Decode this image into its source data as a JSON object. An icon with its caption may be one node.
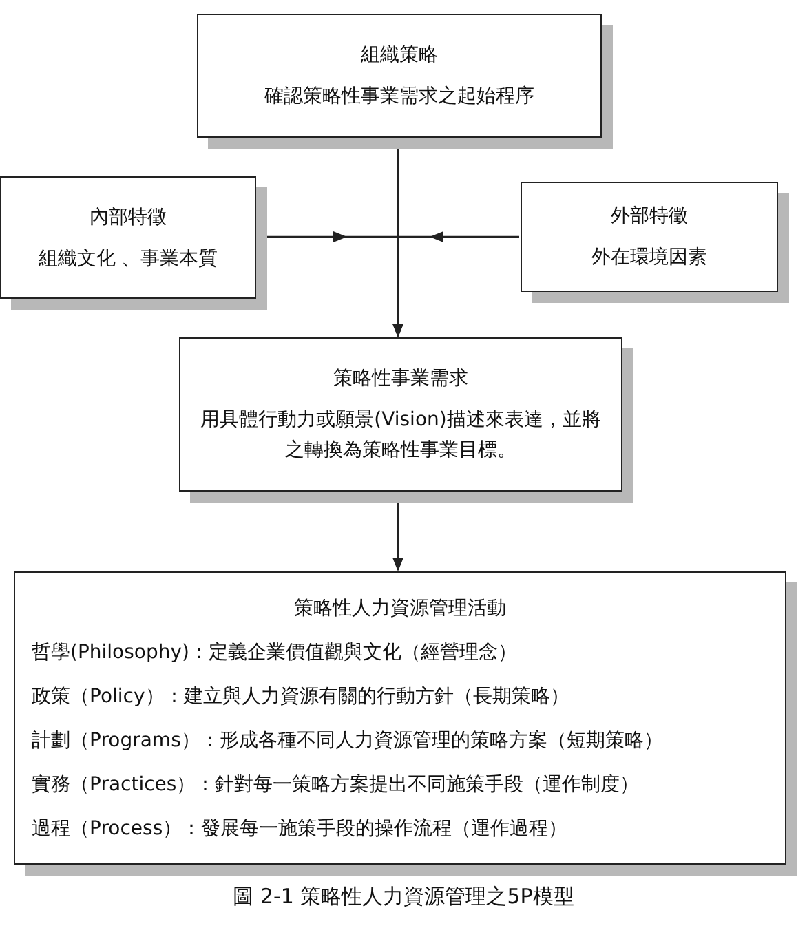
{
  "diagram": {
    "caption": "圖 2-1 策略性人力資源管理之5P模型",
    "nodes": [
      {
        "text": [
          "組織策略",
          "確認策略性事業需求之起始程序"
        ]
      },
      {
        "text": [
          "內部特徵",
          "組織文化 、事業本質"
        ]
      },
      {
        "text": [
          "外部特徵",
          "外在環境因素"
        ]
      },
      {
        "text": [
          "策略性事業需求",
          "用具體行動力或願景(Vision)描述來表達，並將之轉換為策略性事業目標。"
        ]
      },
      {
        "text": [
          "策略性人力資源管理活動",
          "哲學(Philosophy)：定義企業價值觀與文化（經營理念）",
          "政策（Policy）：建立與人力資源有關的行動方針（長期策略）",
          "計劃（Programs）：形成各種不同人力資源管理的策略方案（短期策略）",
          "實務（Practices）：針對每一策略方案提出不同施策手段（運作制度）",
          "過程（Process）：發展每一施策手段的操作流程（運作過程）"
        ]
      }
    ],
    "edges": [
      {
        "from": 0,
        "to": 3,
        "arrow": "to"
      },
      {
        "from": 1,
        "to": 3,
        "arrow": "to"
      },
      {
        "from": 2,
        "to": 3,
        "arrow": "to"
      },
      {
        "from": 3,
        "to": 4,
        "arrow": "to"
      }
    ]
  }
}
